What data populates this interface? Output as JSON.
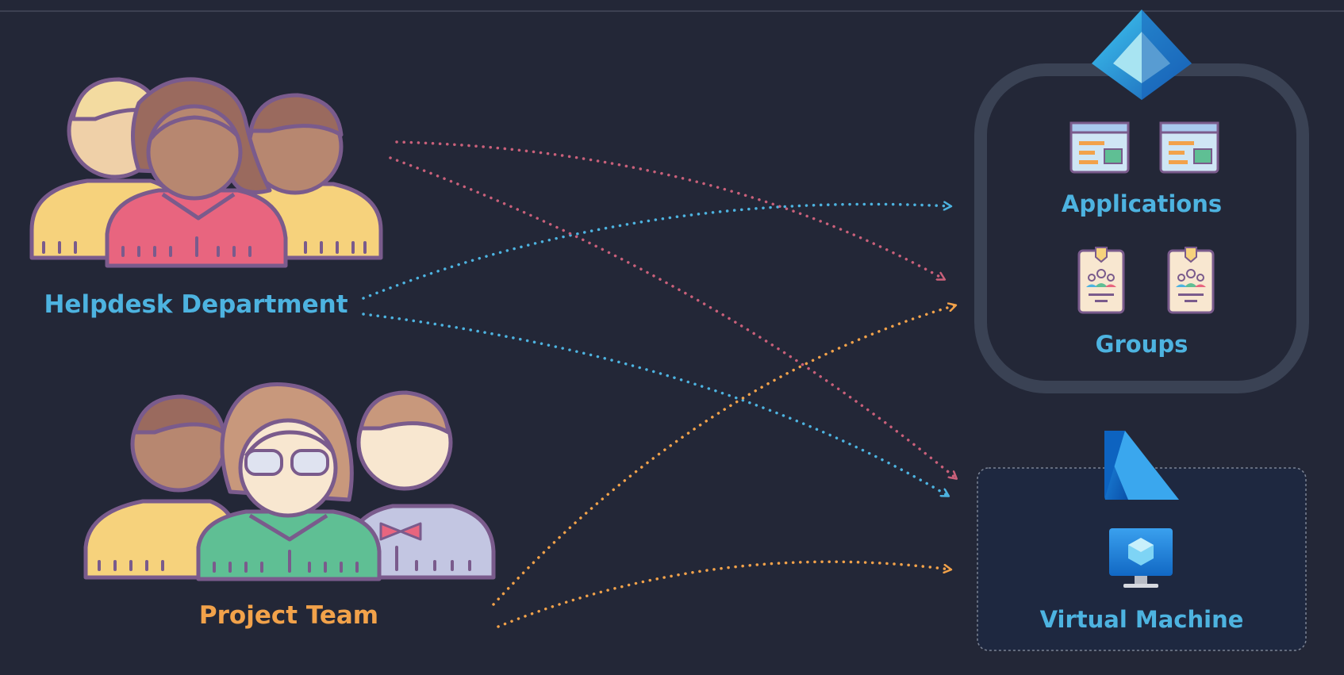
{
  "colors": {
    "background": "#232737",
    "helpdesk": "#4db3e0",
    "project": "#f2a24a",
    "red_arrow": "#c9607a",
    "outline": "#7a5b8c"
  },
  "left": {
    "helpdesk_label": "Helpdesk Department",
    "project_label": "Project Team"
  },
  "right": {
    "entra_icon": "azure-ad-diamond-icon",
    "applications_label": "Applications",
    "groups_label": "Groups",
    "azure_icon": "azure-logo-icon",
    "vm_icon": "virtual-machine-icon",
    "vm_label": "Virtual Machine"
  },
  "connections": [
    {
      "from": "Helpdesk Department",
      "to": "Applications",
      "color": "#4db3e0"
    },
    {
      "from": "Helpdesk Department",
      "to": "Virtual Machine",
      "color": "#4db3e0"
    },
    {
      "from": "Helpdesk Department",
      "to": "Groups",
      "color": "#c9607a"
    },
    {
      "from": "Helpdesk Department",
      "to": "Virtual Machine",
      "color": "#c9607a"
    },
    {
      "from": "Project Team",
      "to": "Groups",
      "color": "#f2a24a"
    },
    {
      "from": "Project Team",
      "to": "Virtual Machine",
      "color": "#f2a24a"
    }
  ]
}
